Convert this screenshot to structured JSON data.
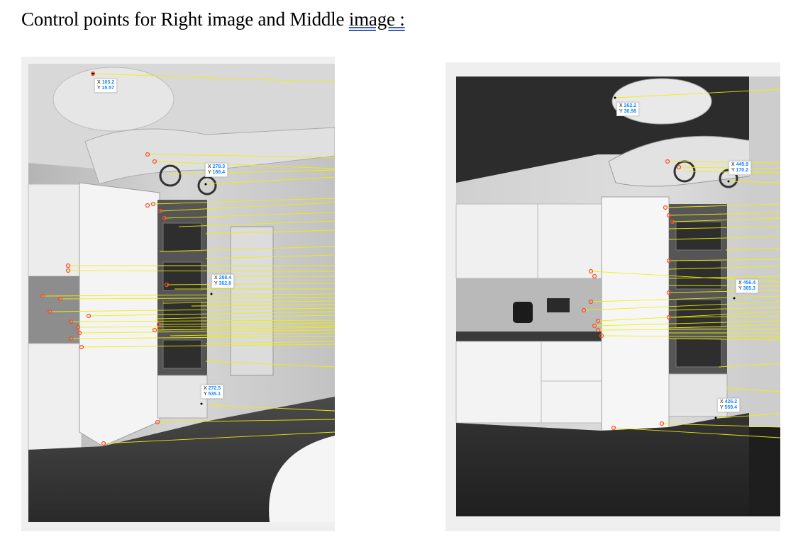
{
  "title": {
    "main": "Control points for Right image and Middle ",
    "link": "image :"
  },
  "colors": {
    "match_line": "#f0f000",
    "point": "#ff4a2a",
    "value": "#1a86ff"
  },
  "left_panel": {
    "datatips": [
      {
        "x_label": "X",
        "x_value": "103.2",
        "y_label": "Y",
        "y_value": "15.57"
      },
      {
        "x_label": "X",
        "x_value": "278.3",
        "y_label": "Y",
        "y_value": "189.4"
      },
      {
        "x_label": "X",
        "x_value": "288.4",
        "y_label": "Y",
        "y_value": "362.8"
      },
      {
        "x_label": "X",
        "x_value": "272.5",
        "y_label": "Y",
        "y_value": "535.1"
      }
    ]
  },
  "right_panel": {
    "datatips": [
      {
        "x_label": "X",
        "x_value": "262.2",
        "y_label": "Y",
        "y_value": "36.98"
      },
      {
        "x_label": "X",
        "x_value": "445.9",
        "y_label": "Y",
        "y_value": "170.2"
      },
      {
        "x_label": "X",
        "x_value": "456.4",
        "y_label": "Y",
        "y_value": "365.3"
      },
      {
        "x_label": "X",
        "x_value": "426.2",
        "y_label": "Y",
        "y_value": "559.4"
      }
    ]
  }
}
